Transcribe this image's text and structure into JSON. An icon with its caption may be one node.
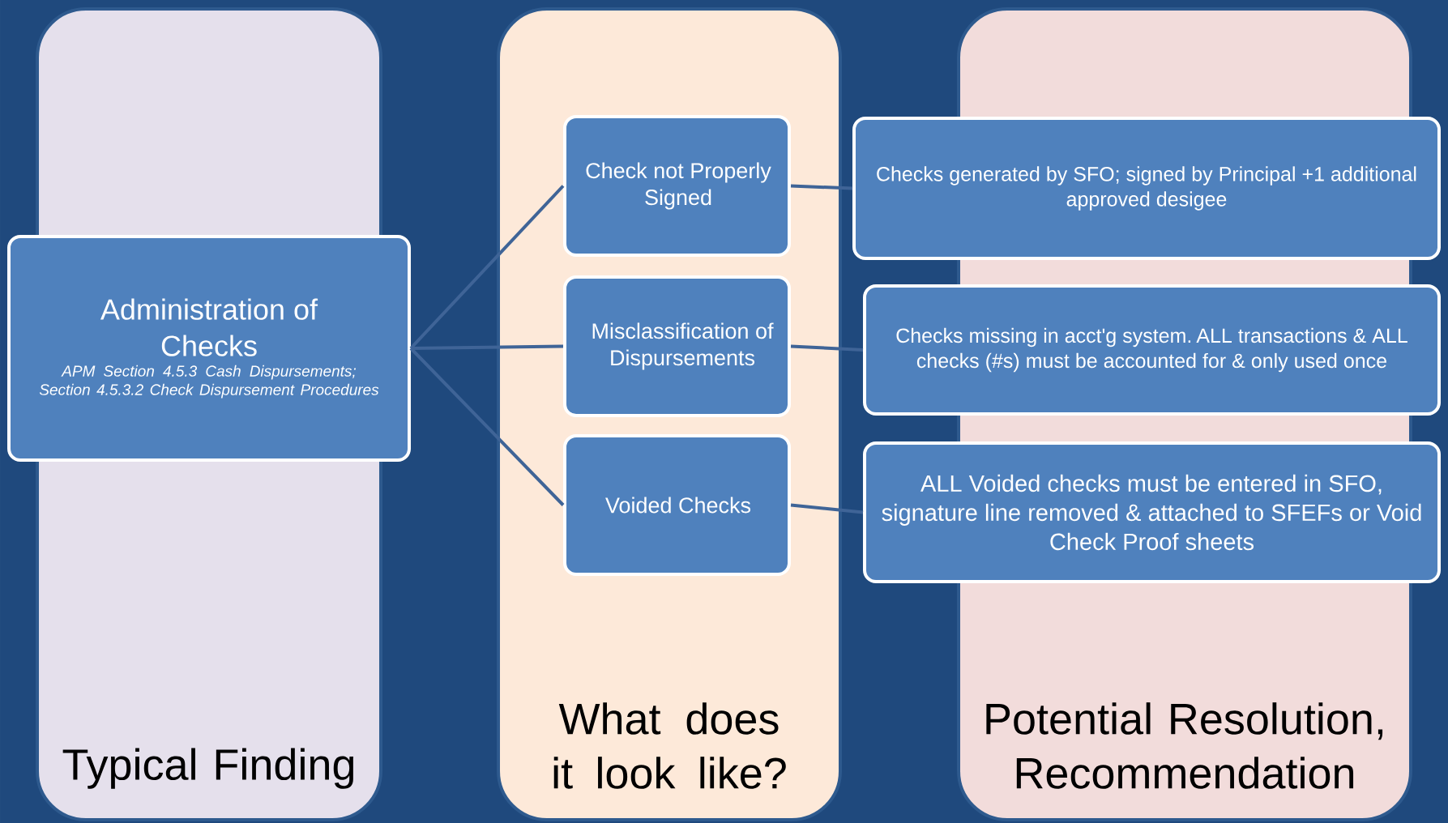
{
  "diagram": {
    "nodes": [
      {
        "text": [
          "Typical Finding"
        ]
      },
      {
        "text": [
          "Administration of Checks",
          "APM Section 4.5.3 Cash Dispursements; Section 4.5.3.2 Check Dispursement Procedures"
        ]
      },
      {
        "text": [
          "What does it look like?"
        ]
      },
      {
        "text": [
          "Check not Properly Signed"
        ],
        "in": 2
      },
      {
        "text": [
          "Misclassification of Dispursements"
        ],
        "in": 2
      },
      {
        "text": [
          "Voided Checks"
        ],
        "in": 2
      },
      {
        "text": [
          "Potential Resolution, Recommendation"
        ]
      },
      {
        "text": [
          "Checks generated by SFO; signed by Principal +1 additional approved desigee"
        ]
      },
      {
        "text": [
          "Checks missing in acct'g system. ALL transactions & ALL checks (#s) must be accounted for & only used once"
        ]
      },
      {
        "text": [
          "ALL Voided checks must be entered in SFO, signature line removed & attached to SFEFs or Void Check Proof sheets"
        ]
      }
    ],
    "edges": [
      {
        "from": 1,
        "to": 3,
        "arrow": "none"
      },
      {
        "from": 1,
        "to": 4,
        "arrow": "none"
      },
      {
        "from": 1,
        "to": 5,
        "arrow": "none"
      },
      {
        "from": 3,
        "to": 7,
        "arrow": "none"
      },
      {
        "from": 4,
        "to": 8,
        "arrow": "none"
      },
      {
        "from": 5,
        "to": 9,
        "arrow": "none"
      }
    ]
  }
}
